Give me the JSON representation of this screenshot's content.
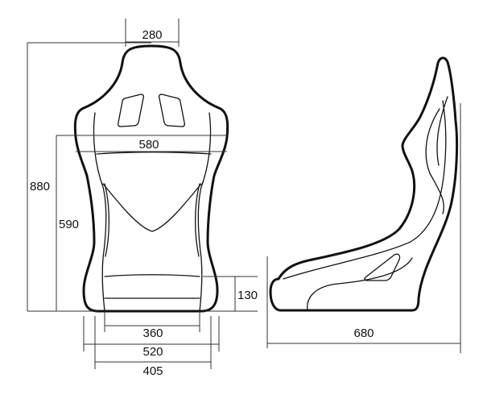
{
  "dimensions": {
    "top_width": "280",
    "shoulder_width": "580",
    "total_height": "880",
    "backrest_height": "590",
    "cushion_height": "130",
    "inner_base": "360",
    "outer_base": "520",
    "base_width": "405",
    "depth": "680"
  },
  "colors": {
    "line": "#111111",
    "background": "#ffffff"
  }
}
